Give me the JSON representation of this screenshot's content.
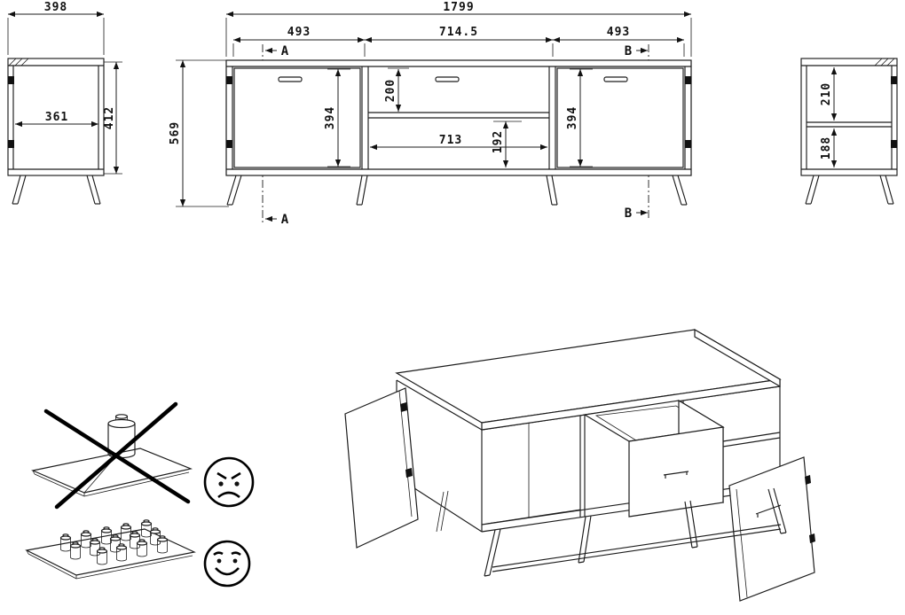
{
  "views": {
    "side_left": {
      "width": "398",
      "inner_width": "361",
      "height": "412"
    },
    "front": {
      "total_width": "1799",
      "left_section": "493",
      "middle_section": "714.5",
      "right_section": "493",
      "total_height": "569",
      "left_door_height": "394",
      "drawer_height": "200",
      "opening_width": "713",
      "opening_height": "192",
      "right_door_height": "394",
      "section_a": "A",
      "section_b": "B"
    },
    "side_right": {
      "upper": "210",
      "lower": "188"
    }
  },
  "icons": {
    "angry_face": "angry-face-icon",
    "happy_face": "happy-face-icon",
    "cross": "prohibition-cross-icon"
  }
}
